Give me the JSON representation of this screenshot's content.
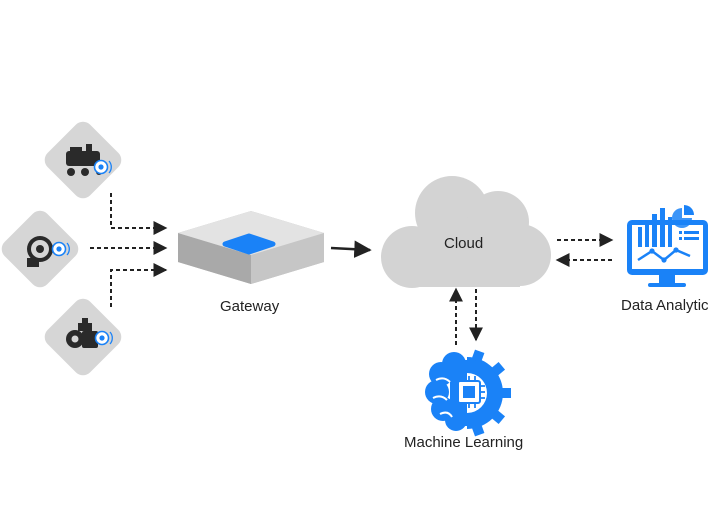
{
  "nodes": {
    "cloud": {
      "label": "Cloud"
    },
    "gateway": {
      "label": "Gateway"
    },
    "data_analytic": {
      "label": "Data Analytic"
    },
    "machine_learning": {
      "label": "Machine Learning"
    },
    "devices": [
      {
        "icon": "compressor-icon"
      },
      {
        "icon": "turbine-icon"
      },
      {
        "icon": "motor-pump-icon"
      }
    ]
  },
  "colors": {
    "accent": "#1a82f7",
    "device_tile": "#d6d6d6",
    "cloud": "#d3d3d3",
    "gateway_top": "#e3e3e3",
    "gateway_side": "#bdbdbd",
    "connector": "#222222",
    "machinery": "#2a2a2a"
  }
}
